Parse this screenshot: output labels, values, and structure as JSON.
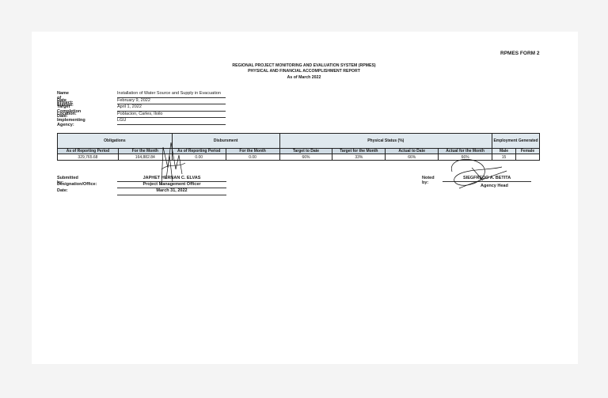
{
  "form_no": "RPMES FORM 2",
  "header": {
    "line1": "REGIONAL PROJECT MONITORING AND EVALUATION SYSTEM (RPMES)",
    "line2": "PHYSICAL AND FINANCIAL ACCOMPLISHMENT REPORT",
    "line3": "As of March 2022"
  },
  "project_info": [
    {
      "label": "Name of Project:",
      "value": "Installation of Water Source and Supply in Evacuation"
    },
    {
      "label": "Date Started:",
      "value": "February 9, 2022"
    },
    {
      "label": "Target Completion Date:",
      "value": "April 1, 2022"
    },
    {
      "label": "Location:",
      "value": "Poblacion, Carles, Iloilo"
    },
    {
      "label": "Implementing Agency:",
      "value": "LGU"
    }
  ],
  "table": {
    "groups": {
      "obligations": "Obligations",
      "disbursment": "Disbursment",
      "physical": "Physical Status (%)",
      "employment": "Employment Generated"
    },
    "columns": [
      "As of Reporting Period",
      "For the Month",
      "As of Reporting Period",
      "For the Month",
      "Target to Date",
      "Target for the Month",
      "Actual to Date",
      "Actual for the Month",
      "Male",
      "Female"
    ],
    "row": [
      "329,765.68",
      "164,882.84",
      "0.00",
      "0.00",
      "66%",
      "33%",
      "66%",
      "66%",
      "15",
      ""
    ]
  },
  "submitted": [
    {
      "label": "Submitted by:",
      "value": "JAPHET HERNAN C. ELVAS"
    },
    {
      "label": "Designation/Office:",
      "value": "Project Management Officer"
    },
    {
      "label": "Date:",
      "value": "March 31, 2022"
    }
  ],
  "noted": {
    "label": "Noted by:",
    "name": "SIEGFREDO A. BETITA",
    "designation": "Agency Head"
  }
}
